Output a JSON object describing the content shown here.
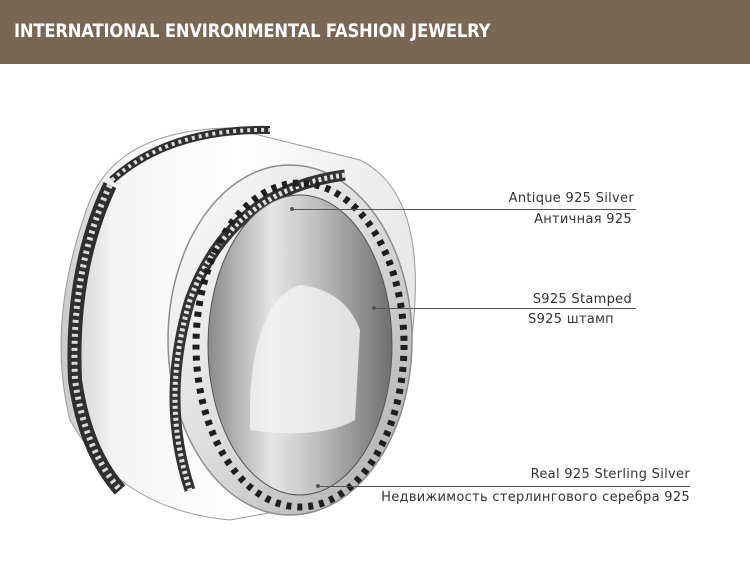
{
  "banner": {
    "title": "INTERNATIONAL ENVIRONMENTAL FASHION JEWELRY",
    "background": "#7a6753",
    "text_color": "#ffffff"
  },
  "product": {
    "image": "silver-ring-photo",
    "features": [
      {
        "label": "Antique 925 Silver",
        "sublabel": "Античная 925"
      },
      {
        "label": "S925 Stamped",
        "sublabel": "S925 штамп"
      },
      {
        "label": "Real 925 Sterling Silver",
        "sublabel": "Недвижимость стерлингового серебра 925"
      }
    ]
  }
}
